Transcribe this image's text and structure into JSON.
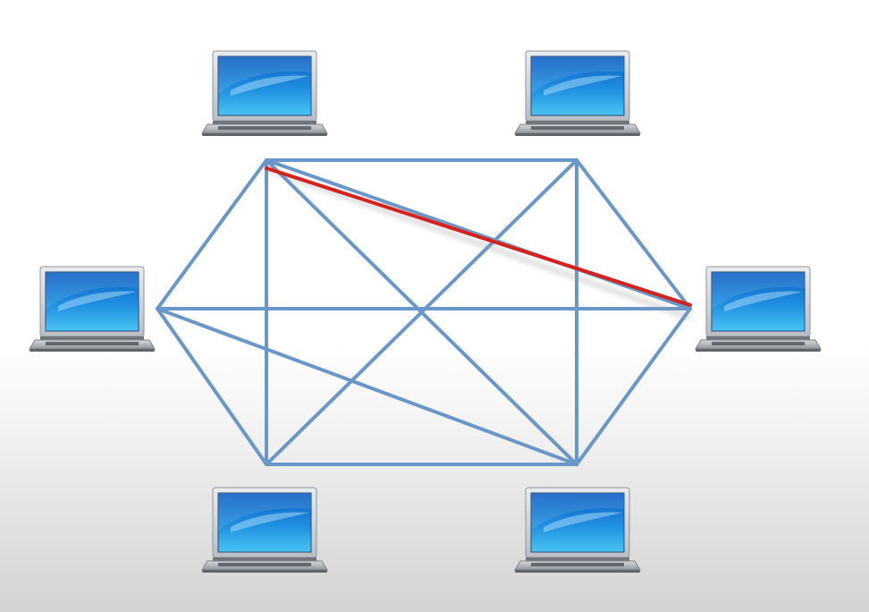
{
  "diagram": {
    "type": "full-mesh-network",
    "nodes": [
      {
        "id": "top-left",
        "icon": "laptop-icon"
      },
      {
        "id": "top-right",
        "icon": "laptop-icon"
      },
      {
        "id": "right",
        "icon": "laptop-icon"
      },
      {
        "id": "bottom-right",
        "icon": "laptop-icon"
      },
      {
        "id": "bottom-left",
        "icon": "laptop-icon"
      },
      {
        "id": "left",
        "icon": "laptop-icon"
      }
    ],
    "links": [
      [
        "top-left",
        "top-right"
      ],
      [
        "top-right",
        "right"
      ],
      [
        "right",
        "bottom-right"
      ],
      [
        "bottom-right",
        "bottom-left"
      ],
      [
        "bottom-left",
        "left"
      ],
      [
        "left",
        "top-left"
      ],
      [
        "top-left",
        "bottom-left"
      ],
      [
        "top-right",
        "bottom-right"
      ],
      [
        "left",
        "right"
      ],
      [
        "top-left",
        "bottom-right"
      ],
      [
        "top-right",
        "bottom-left"
      ],
      [
        "left",
        "bottom-right"
      ],
      [
        "top-left",
        "right"
      ]
    ],
    "highlighted_link": [
      "top-left",
      "right"
    ],
    "colors": {
      "link": "#6a97c9",
      "highlight": "#d8211c",
      "screen": "#1f8fe0",
      "laptop_frame": "#bfc4c9"
    }
  }
}
